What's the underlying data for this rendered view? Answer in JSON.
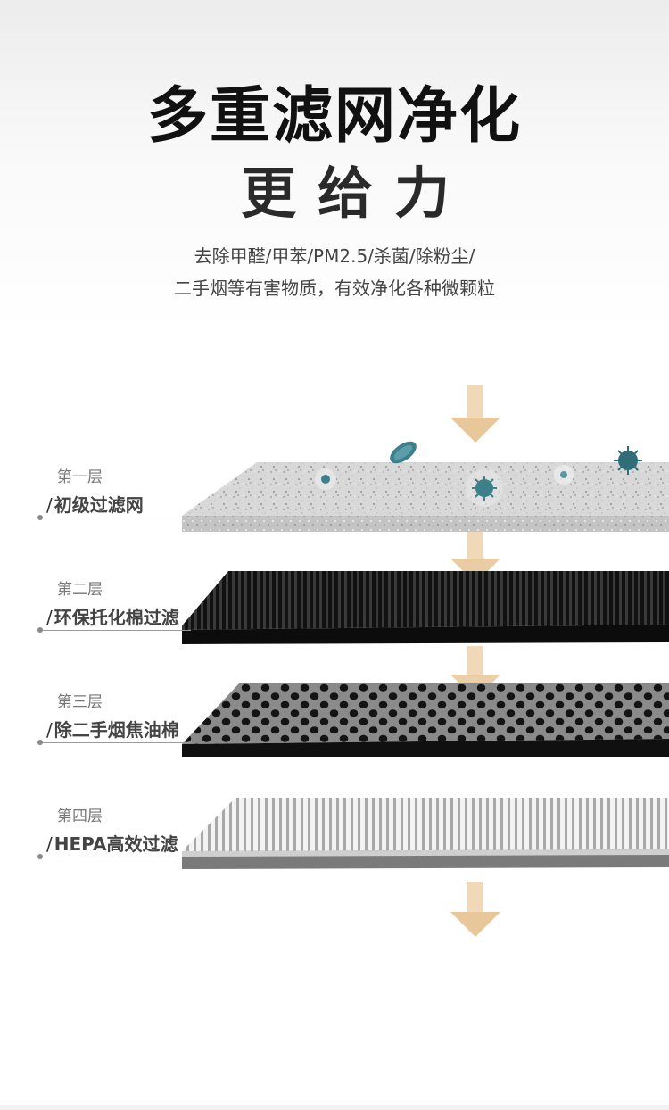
{
  "header": {
    "title_line1": "多重滤网净化",
    "title_line2": "更给力",
    "subtitle_line1": "去除甲醛/甲苯/PM2.5/杀菌/除粉尘/",
    "subtitle_line2": "二手烟等有害物质，有效净化各种微颗粒"
  },
  "layers": [
    {
      "number": "第一层",
      "name": "初级过滤网"
    },
    {
      "number": "第二层",
      "name": "环保托化棉过滤"
    },
    {
      "number": "第三层",
      "name": "除二手烟焦油棉"
    },
    {
      "number": "第四层",
      "name": "HEPA高效过滤"
    }
  ],
  "colors": {
    "arrow": "#e8c79a",
    "layer1": "#d6d6d6",
    "layer2": "#1a1a1a",
    "layer3": "#151515",
    "layer4": "#e4e4e4",
    "bacteria": "#3d7f8a"
  },
  "icons": [
    "down-arrow-icon",
    "bacteria-icon",
    "virus-icon"
  ]
}
